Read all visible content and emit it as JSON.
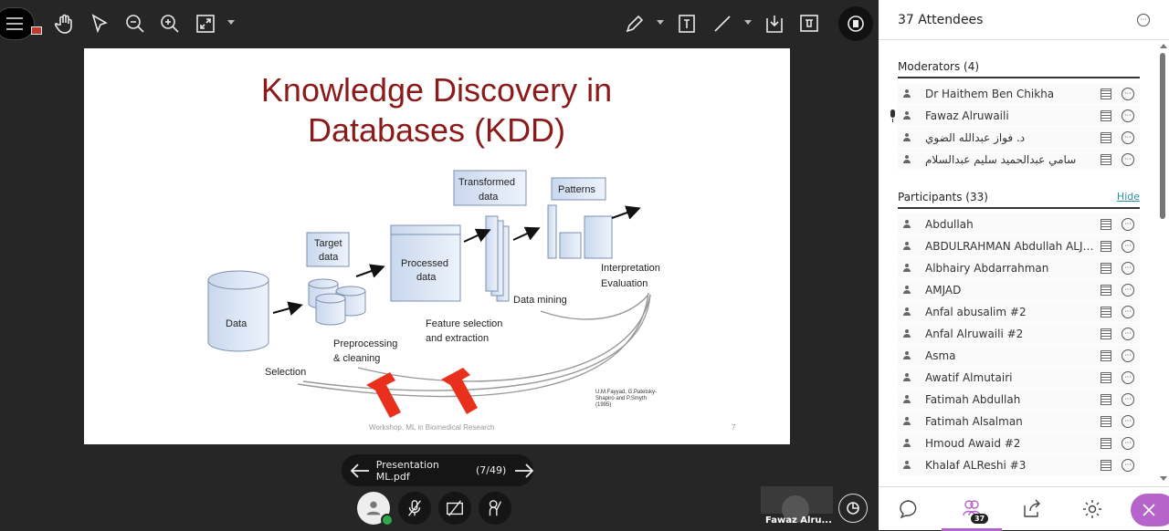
{
  "toolbar": {
    "left_icons": [
      "menu-icon",
      "hand-icon",
      "pointer-icon",
      "zoom-out-icon",
      "zoom-in-icon",
      "fit-screen-icon"
    ],
    "right_icons": [
      "pencil-icon",
      "text-icon",
      "line-icon",
      "download-icon",
      "clear-icon",
      "stop-share-icon"
    ]
  },
  "slide": {
    "title_line1": "Knowledge Discovery in",
    "title_line2": "Databases (KDD)",
    "labels": {
      "data": "Data",
      "target1": "Target",
      "target2": "data",
      "processed1": "Processed",
      "processed2": "data",
      "transformed1": "Transformed",
      "transformed2": "data",
      "patterns": "Patterns",
      "data_mining": "Data mining",
      "interp1": "Interpretation",
      "interp2": "Evaluation",
      "feature1": "Feature selection",
      "feature2": "and extraction",
      "prep1": "Preprocessing",
      "prep2": "& cleaning",
      "selection": "Selection"
    },
    "citation": [
      "U.M.Fayyad, G.Patetsky-",
      "Shapiro and P.Smyth",
      "(1995)"
    ],
    "footer": "Workshop. ML in Biomedical Research",
    "page_number": "7",
    "title_color": "#8b1a1a"
  },
  "navigation": {
    "file": "Presentation ML.pdf",
    "page": "(7/49)"
  },
  "video_tile": {
    "name": "Fawaz Alru..."
  },
  "panel": {
    "title": "37 Attendees",
    "moderators_heading": "Moderators (4)",
    "moderators": [
      "Dr Haithem Ben Chikha",
      "Fawaz Alruwaili",
      "د. فواز عبدالله الضوي",
      "سامي عبدالحميد سليم عبدالسلام"
    ],
    "participants_heading": "Participants (33)",
    "hide_label": "Hide",
    "participants": [
      "Abdullah",
      "ABDULRAHMAN Abdullah ALJEA...",
      "Albhairy Abdarrahman",
      "AMJAD",
      "Anfal abusalim #2",
      "Anfal Alruwaili #2",
      "Asma",
      "Awatif Almutairi",
      "Fatimah Abdullah",
      "Fatimah Alsalman",
      "Hmoud Awaid #2",
      "Khalaf ALReshi #3"
    ]
  },
  "tabs": {
    "attendee_count": "37",
    "accent": "#b565c9"
  }
}
